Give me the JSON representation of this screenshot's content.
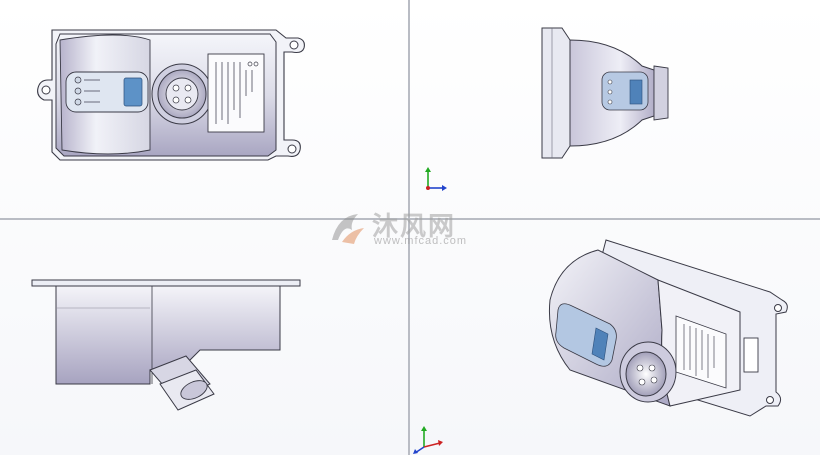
{
  "watermark": {
    "brand_cn": "沐风网",
    "url": "www.mfcad.com"
  },
  "views": [
    {
      "name": "front-view",
      "label": ""
    },
    {
      "name": "right-view",
      "label": ""
    },
    {
      "name": "top-view",
      "label": ""
    },
    {
      "name": "isometric-view",
      "label": ""
    }
  ],
  "colors": {
    "body_light": "#eef0f6",
    "body_shade": "#b8b4cc",
    "edge": "#3a3a46",
    "label_blue": "#5d92c7",
    "background": "#ffffff",
    "divider": "#b9bcc4"
  },
  "triad": {
    "axis_x_color": "#cc2222",
    "axis_y_color": "#22aa22",
    "axis_z_color": "#2244cc"
  }
}
